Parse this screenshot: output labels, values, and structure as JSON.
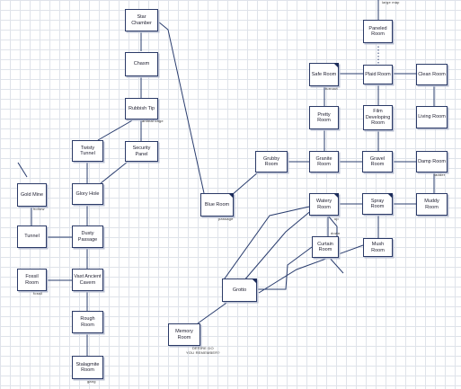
{
  "rooms": {
    "star_chamber": "Star Chamber",
    "chasm": "Chasm",
    "rubbish_tip": "Rubbish Tip",
    "twisty_tunnel": "Twisty Tunnel",
    "security_panel": "Security Panel",
    "glory_hole": "Glory Hole",
    "gold_mine": "Gold Mine",
    "tunnel": "Tunnel",
    "dusty_passage": "Dusty\nPassage",
    "fossil_room": "Fossil Room",
    "vast_ancient_cavern": "Vast Ancient\nCavern",
    "rough_room": "Rough Room",
    "stalagmite_room": "Stalagmite\nRoom",
    "blue_room": "Blue Room",
    "grubby_room": "Grubby Room",
    "granite_room": "Granite Room",
    "paneled_room": "Paneled Room",
    "safe_room": "Safe Room",
    "plaid_room": "Plaid Room",
    "clean_room": "Clean Room",
    "pretty_room": "Pretty Room",
    "film_developing_room": "Film\nDeveloping\nRoom",
    "living_room": "Living Room",
    "gravel_room": "Gravel Room",
    "damp_room": "Damp Room",
    "watery_room": "Watery Room",
    "spray_room": "Spray Room",
    "muddy_room": "Muddy Room",
    "curtain_room": "Curtain Room",
    "mush_room": "Mush Room",
    "grotto": "Grotto",
    "memory_room": "Memory Room"
  },
  "notes": {
    "large_map": "large map",
    "animal_cage": "animal cage",
    "turnout": "turnout",
    "hollow": "hollow",
    "passage": "passage",
    "ladder": "ladder",
    "fossil_note": "fossil",
    "up_note": "up",
    "down_note": "down",
    "desire_do_you_remember": "DESIRE DO\nYOU REMEMBER?",
    "gang": "gang"
  }
}
